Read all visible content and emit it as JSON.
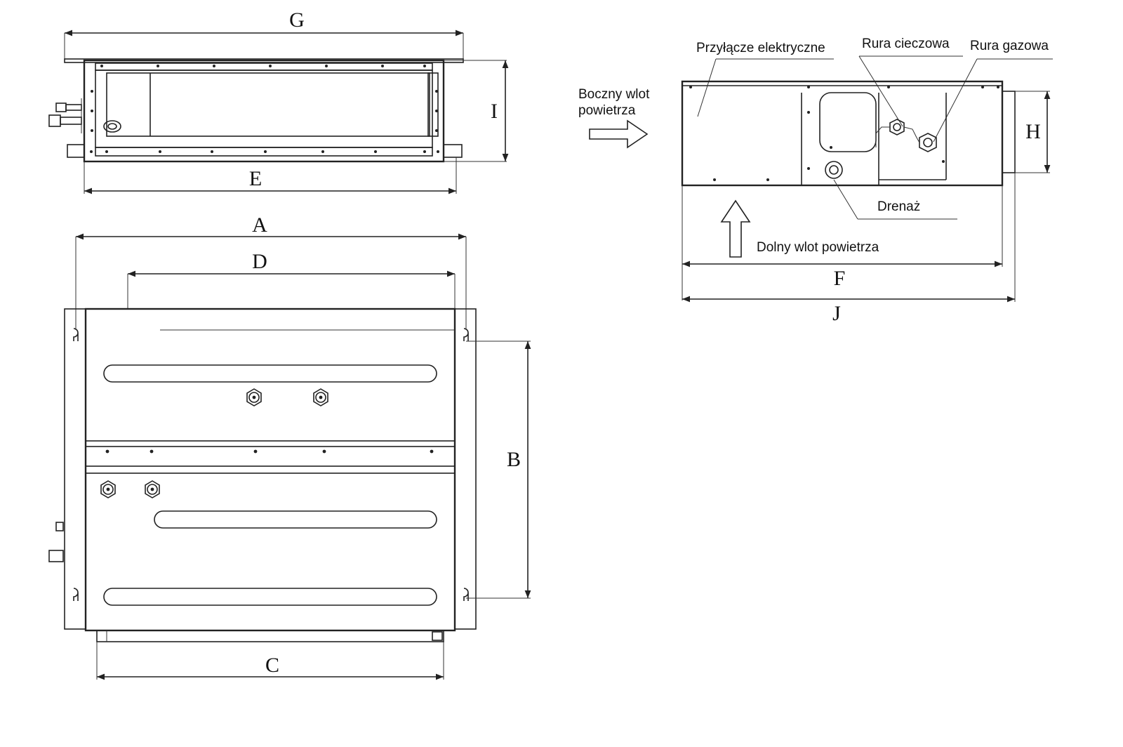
{
  "dimensions": {
    "G": "G",
    "I": "I",
    "E": "E",
    "A": "A",
    "D": "D",
    "B": "B",
    "C": "C",
    "H": "H",
    "F": "F",
    "J": "J"
  },
  "callouts": {
    "electrical": "Przyłącze elektryczne",
    "liquid_pipe": "Rura cieczowa",
    "gas_pipe": "Rura gazowa",
    "side_inlet_line1": "Boczny wlot",
    "side_inlet_line2": "powietrza",
    "drain": "Drenaż",
    "bottom_inlet": "Dolny wlot powietrza"
  }
}
